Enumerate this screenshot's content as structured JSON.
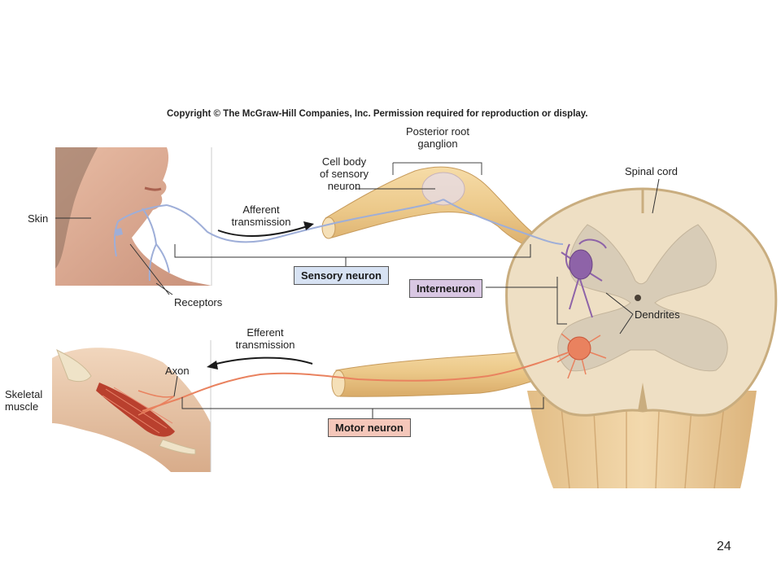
{
  "copyright": "Copyright © The McGraw-Hill Companies, Inc. Permission required for reproduction or display.",
  "labels": {
    "skin": "Skin",
    "receptors": "Receptors",
    "afferent_line1": "Afferent",
    "afferent_line2": "transmission",
    "cell_body_line1": "Cell body",
    "cell_body_line2": "of sensory",
    "cell_body_line3": "neuron",
    "posterior_root_line1": "Posterior root",
    "posterior_root_line2": "ganglion",
    "spinal_cord": "Spinal cord",
    "dendrites": "Dendrites",
    "efferent_line1": "Efferent",
    "efferent_line2": "transmission",
    "axon": "Axon",
    "skeletal_line1": "Skeletal",
    "skeletal_line2": "muscle"
  },
  "boxes": {
    "sensory_neuron": "Sensory neuron",
    "interneuron": "Interneuron",
    "motor_neuron": "Motor neuron"
  },
  "colors": {
    "sensory": "#d7e2f3",
    "interneuron": "#d9c7e3",
    "motor": "#f5c7ba",
    "nerve": "#ecc98a",
    "cord": "#eedfc4",
    "gray_matter": "#d8ccb7",
    "sensory_fiber": "#9eaed8",
    "motor_fiber": "#e9825f",
    "inter_cell": "#8e63a8"
  },
  "page_number": "24"
}
